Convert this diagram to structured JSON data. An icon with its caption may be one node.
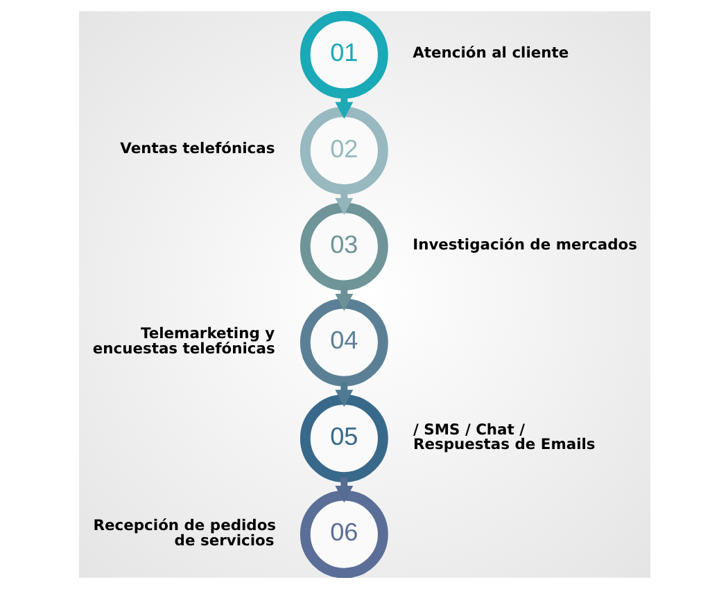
{
  "diagram": {
    "nodes": [
      {
        "text": [
          "01"
        ],
        "beside": [
          "Atención al cliente"
        ]
      },
      {
        "text": [
          "02"
        ],
        "beside": [
          "Ventas telefónicas"
        ]
      },
      {
        "text": [
          "03"
        ],
        "beside": [
          "Investigación de mercados"
        ]
      },
      {
        "text": [
          "04"
        ],
        "beside": [
          "Telemarketing y encuestas telefónicas"
        ]
      },
      {
        "text": [
          "05"
        ],
        "beside": [
          "/ SMS / Chat / Respuestas de Emails"
        ]
      },
      {
        "text": [
          "06"
        ],
        "beside": [
          "Recepción de pedidos de servicios"
        ]
      }
    ],
    "edges": [
      {
        "from": 0,
        "to": 1,
        "arrow": "to",
        "color": "#1fa9b5"
      },
      {
        "from": 1,
        "to": 2,
        "arrow": "to",
        "color": "#93b4ba"
      },
      {
        "from": 2,
        "to": 3,
        "arrow": "to",
        "color": "#6c9197"
      },
      {
        "from": 3,
        "to": 4,
        "arrow": "to",
        "color": "#507a92"
      },
      {
        "from": 4,
        "to": 5,
        "arrow": "to",
        "color": "#566c93"
      }
    ]
  }
}
